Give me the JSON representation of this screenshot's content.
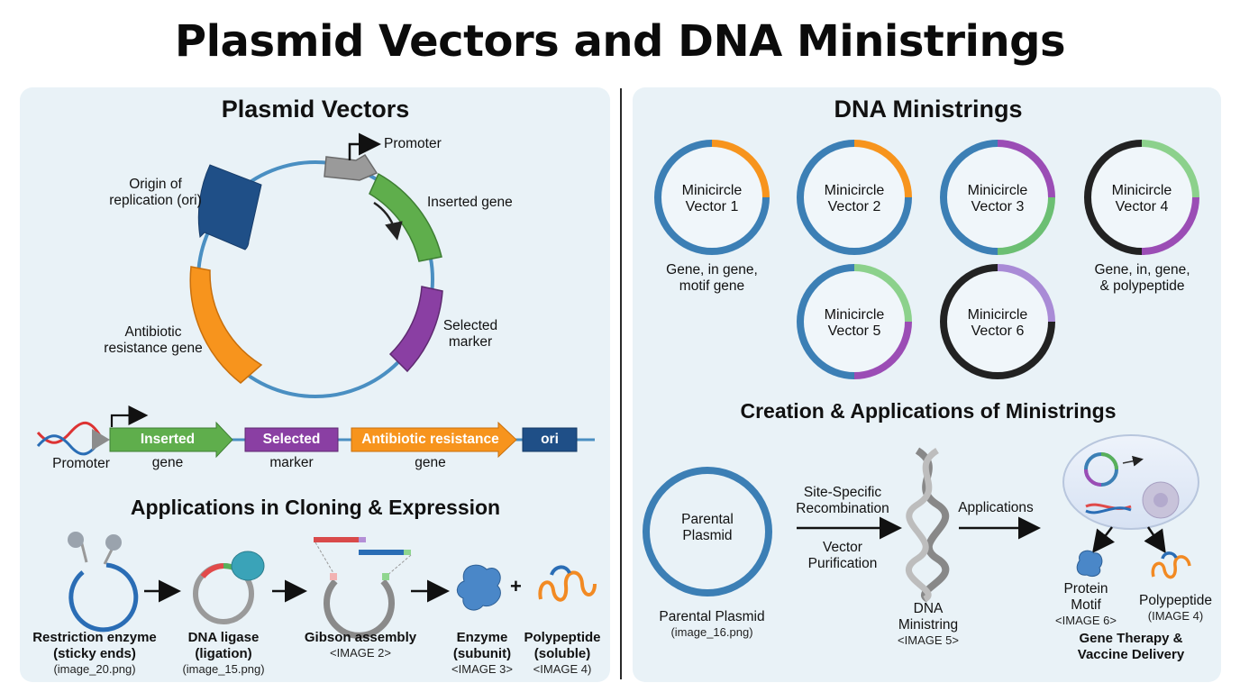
{
  "title": "Plasmid Vectors and DNA Ministrings",
  "left_panel": {
    "title": "Plasmid Vectors",
    "map_labels": {
      "promoter": "Promoter",
      "ori_line1": "Origin of",
      "ori_line2": "replication (ori)",
      "inserted": "Inserted gene",
      "antibiotic_line1": "Antibiotic",
      "antibiotic_line2": "resistance gene",
      "selected_line1": "Selected",
      "selected_line2": "marker"
    },
    "linear_map": {
      "promoter": "Promoter",
      "inserted_top": "Inserted",
      "inserted_bottom": "gene",
      "selected_top": "Selected",
      "selected_bottom": "marker",
      "antibiotic_top": "Antibiotic resistance",
      "antibiotic_bottom": "gene",
      "ori": "ori"
    },
    "applications_title": "Applications in Cloning & Expression",
    "steps": [
      {
        "line1": "Restriction enzyme",
        "line2": "(sticky ends)",
        "sub": "(image_20.png)"
      },
      {
        "line1": "DNA ligase",
        "line2": "(ligation)",
        "sub": "(image_15.png)"
      },
      {
        "line1": "Gibson assembly",
        "line2": "",
        "sub": "<IMAGE 2>"
      },
      {
        "line1": "Enzyme",
        "line2": "(subunit)",
        "sub": "<IMAGE 3>"
      },
      {
        "line1": "Polypeptide",
        "line2": "(soluble)",
        "sub": "<IMAGE 4)"
      }
    ],
    "plus": "+"
  },
  "right_panel": {
    "title": "DNA Ministrings",
    "minicircles": [
      {
        "line1": "Minicircle",
        "line2": "Vector 1",
        "colors": [
          "#f7941d",
          "#3c7fb5"
        ]
      },
      {
        "line1": "Minicircle",
        "line2": "Vector 2",
        "colors": [
          "#f7941d",
          "#3c7fb5"
        ]
      },
      {
        "line1": "Minicircle",
        "line2": "Vector 3",
        "colors": [
          "#9b4db5",
          "#6cbf73",
          "#3c7fb5"
        ]
      },
      {
        "line1": "Minicircle",
        "line2": "Vector 4",
        "colors": [
          "#8cd18c",
          "#9b4db5",
          "#222222"
        ]
      },
      {
        "line1": "Minicircle",
        "line2": "Vector 5",
        "colors": [
          "#8cd18c",
          "#9b4db5",
          "#3c7fb5"
        ]
      },
      {
        "line1": "Minicircle",
        "line2": "Vector 6",
        "colors": [
          "#a98bd6",
          "#222222"
        ]
      }
    ],
    "caption_left_1": "Gene, in gene,",
    "caption_left_2": "motif gene",
    "caption_right_1": "Gene, in, gene,",
    "caption_right_2": "& polypeptide",
    "creation_title": "Creation & Applications of Ministrings",
    "parental_inner_1": "Parental",
    "parental_inner_2": "Plasmid",
    "parental_caption": "Parental Plasmid",
    "parental_sub": "(image_16.png)",
    "recombination_1": "Site-Specific",
    "recombination_2": "Recombination",
    "purification_1": "Vector",
    "purification_2": "Purification",
    "ministring_1": "DNA",
    "ministring_2": "Ministring",
    "ministring_sub": "<IMAGE 5>",
    "applications": "Applications",
    "protein_1": "Protein",
    "protein_2": "Motif",
    "protein_sub": "<IMAGE 6>",
    "polypeptide": "Polypeptide",
    "polypeptide_sub": "(IMAGE 4)",
    "delivery_1": "Gene Therapy &",
    "delivery_2": "Vaccine Delivery"
  }
}
